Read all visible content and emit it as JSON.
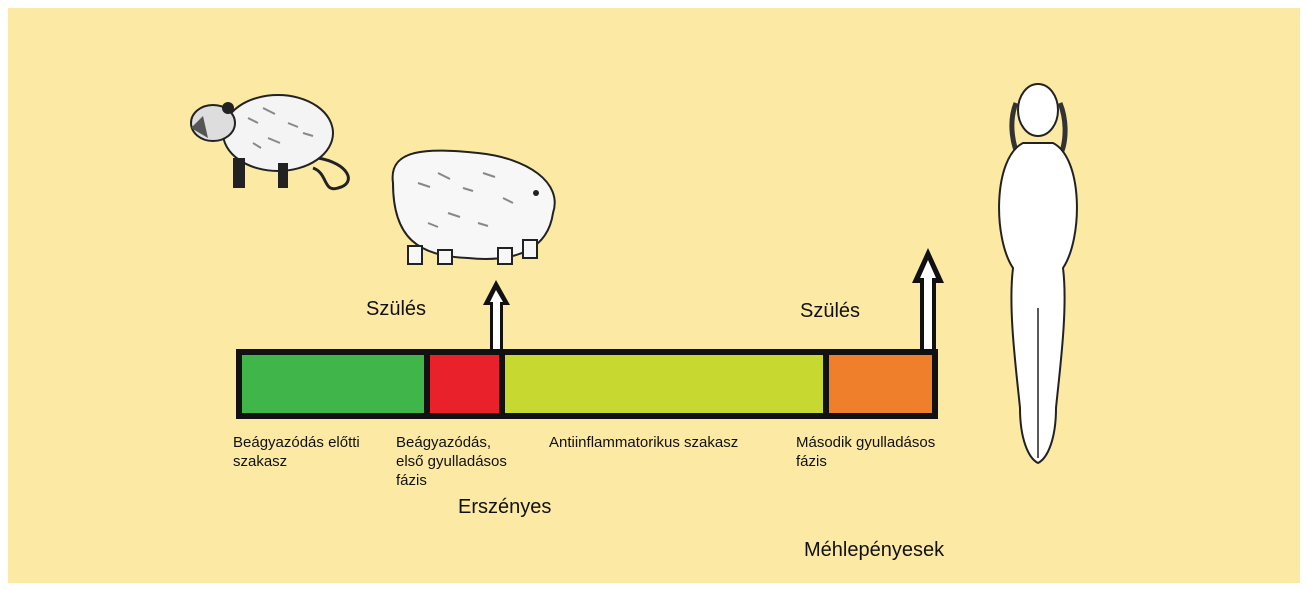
{
  "diagram": {
    "phases": [
      {
        "label": "Beágyazódás előtti\nszakasz",
        "color": "#3fb54a"
      },
      {
        "label": "Beágyazódás,\nelső gyulladásos\nfázis",
        "color": "#e8212b"
      },
      {
        "label": "Antiinflammatorikus szakasz",
        "color": "#c7d930"
      },
      {
        "label": "Második gyulladásos\nfázis",
        "color": "#f07f2b"
      }
    ],
    "birth_label_marsupial": "Szülés",
    "birth_label_placental": "Szülés",
    "group_marsupials": "Erszényes",
    "group_placentals": "Méhlepényesek",
    "background_color": "#fbe9a4",
    "illustrations": [
      "opossum",
      "wombat",
      "human-woman"
    ]
  }
}
